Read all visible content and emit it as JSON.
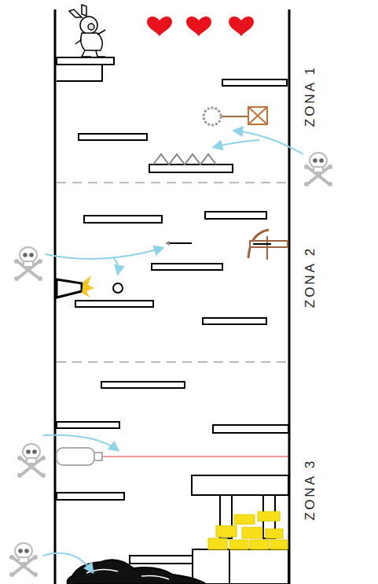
{
  "diagram": {
    "labels": [
      "ZONA 1",
      "ZONA 2",
      "ZONA 3"
    ]
  }
}
